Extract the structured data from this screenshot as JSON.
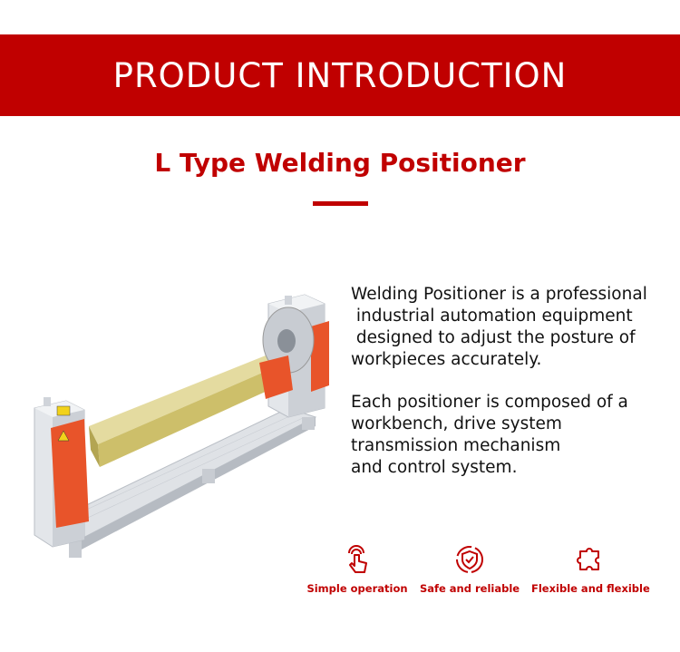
{
  "header": {
    "title": "PRODUCT INTRODUCTION"
  },
  "product": {
    "name": "L Type Welding Positioner",
    "description_1": "Welding Positioner is a professional\n industrial automation equipment\n designed to adjust the posture of\nworkpieces accurately.",
    "description_2": "Each positioner is composed of a\nworkbench, drive system\ntransmission mechanism\nand control system."
  },
  "features": [
    {
      "label": "Simple operation",
      "icon": "touch-hand-icon"
    },
    {
      "label": "Safe and reliable",
      "icon": "shield-icon"
    },
    {
      "label": "Flexible and flexible",
      "icon": "puzzle-icon"
    }
  ],
  "colors": {
    "accent": "#c00000",
    "machine_orange": "#e8542a",
    "beam_gold": "#d8cc78"
  }
}
